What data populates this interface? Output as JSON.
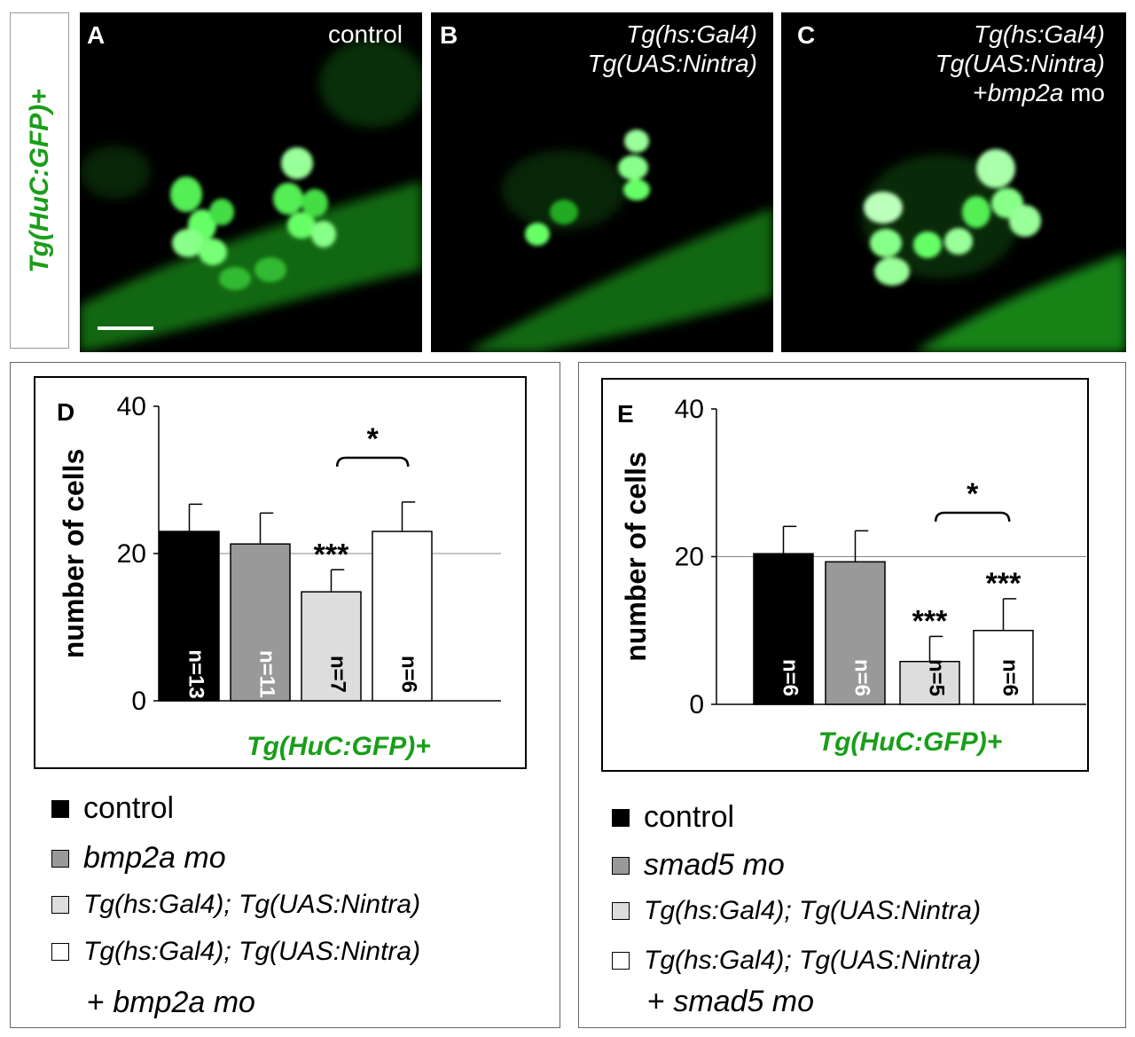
{
  "row_label": "Tg(HuC:GFP)+",
  "panels": [
    {
      "letter": "A",
      "caption_lines": [
        "control"
      ]
    },
    {
      "letter": "B",
      "caption_lines": [
        "Tg(hs:Gal4)",
        "Tg(UAS:Nintra)"
      ]
    },
    {
      "letter": "C",
      "caption_lines": [
        "Tg(hs:Gal4)",
        "Tg(UAS:Nintra)",
        "+bmp2a mo"
      ]
    }
  ],
  "colors": {
    "fluorescence": "#22dd22",
    "black_bar": "#000000",
    "dark_gray_bar": "#999999",
    "light_gray_bar": "#dddddd",
    "white_bar": "#ffffff",
    "xlabel_green": "#1a9e1a"
  },
  "chart_data": [
    {
      "panel_letter": "D",
      "type": "bar",
      "ylabel": "number of cells",
      "xlabel": "Tg(HuC:GFP)+",
      "ylim": [
        0,
        40
      ],
      "yticks": [
        "0",
        "20",
        "40"
      ],
      "grid": "horizontal at 20",
      "values": [
        23,
        21.3,
        14.8,
        23
      ],
      "errors": [
        3.7,
        4.2,
        3.0,
        4.0
      ],
      "n_labels": [
        "n=13",
        "n=11",
        "n=7",
        "n=6"
      ],
      "significance": [
        "",
        "",
        "***",
        ""
      ],
      "bracket": {
        "from": 2,
        "to": 3,
        "label": "*"
      },
      "legend": [
        {
          "label": "control",
          "style": "upright"
        },
        {
          "label": "bmp2a mo",
          "style": "italic"
        },
        {
          "label": "Tg(hs:Gal4); Tg(UAS:Nintra)",
          "style": "italic-small"
        },
        {
          "label": "Tg(hs:Gal4); Tg(UAS:Nintra)",
          "style": "italic-small",
          "sub_prefix": "+ ",
          "sub": "bmp2a mo"
        }
      ]
    },
    {
      "panel_letter": "E",
      "type": "bar",
      "ylabel": "number of cells",
      "xlabel": "Tg(HuC:GFP)+",
      "ylim": [
        0,
        40
      ],
      "yticks": [
        "0",
        "20",
        "40"
      ],
      "grid": "horizontal at 20",
      "values": [
        20.4,
        19.3,
        5.8,
        10
      ],
      "errors": [
        3.7,
        4.2,
        3.4,
        4.3
      ],
      "n_labels": [
        "n=6",
        "n=6",
        "n=5",
        "n=6"
      ],
      "significance": [
        "",
        "",
        "***",
        "***"
      ],
      "bracket": {
        "from": 2,
        "to": 3,
        "label": "*"
      },
      "legend": [
        {
          "label": "control",
          "style": "upright"
        },
        {
          "label": "smad5 mo",
          "style": "italic"
        },
        {
          "label": "Tg(hs:Gal4); Tg(UAS:Nintra)",
          "style": "italic-small"
        },
        {
          "label": "Tg(hs:Gal4); Tg(UAS:Nintra)",
          "style": "italic-small",
          "sub_prefix": "+ ",
          "sub": "smad5 mo"
        }
      ]
    }
  ]
}
